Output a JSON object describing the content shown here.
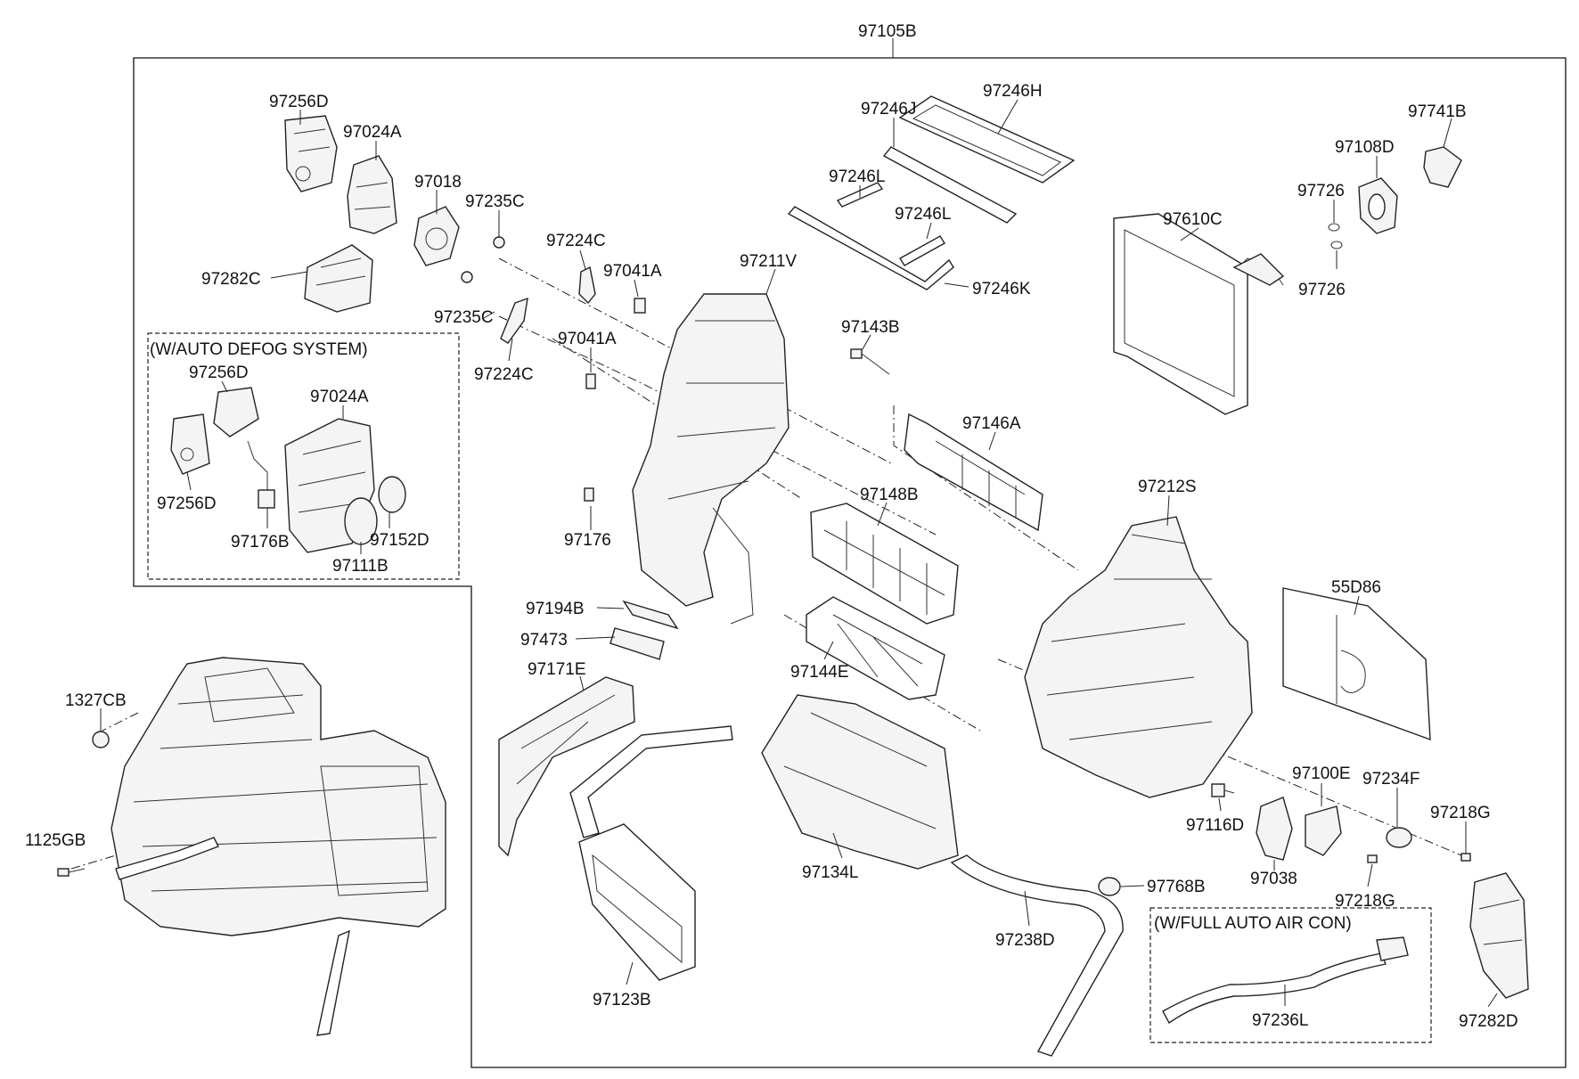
{
  "assembly_label": "97105B",
  "notes": {
    "auto_defog": "(W/AUTO DEFOG SYSTEM)",
    "full_auto_air": "(W/FULL AUTO AIR CON)"
  },
  "part_labels": [
    "97256D",
    "97024A",
    "97018",
    "97235C",
    "97282C",
    "97224C",
    "97041A",
    "97235C",
    "97224C",
    "97041A",
    "97256D",
    "97024A",
    "97256D",
    "97176B",
    "97111B",
    "97152D",
    "97211V",
    "97246J",
    "97246H",
    "97246L",
    "97246L",
    "97246K",
    "97143B",
    "97146A",
    "97610C",
    "97108D",
    "97741B",
    "97726",
    "97726",
    "97212S",
    "97148B",
    "97176",
    "97194B",
    "97473",
    "97171E",
    "97144E",
    "55D86",
    "1327CB",
    "1125GB",
    "97134L",
    "97123B",
    "97238D",
    "97768B",
    "97116D",
    "97038",
    "97100E",
    "97234F",
    "97218G",
    "97218G",
    "97236L",
    "97282D"
  ]
}
